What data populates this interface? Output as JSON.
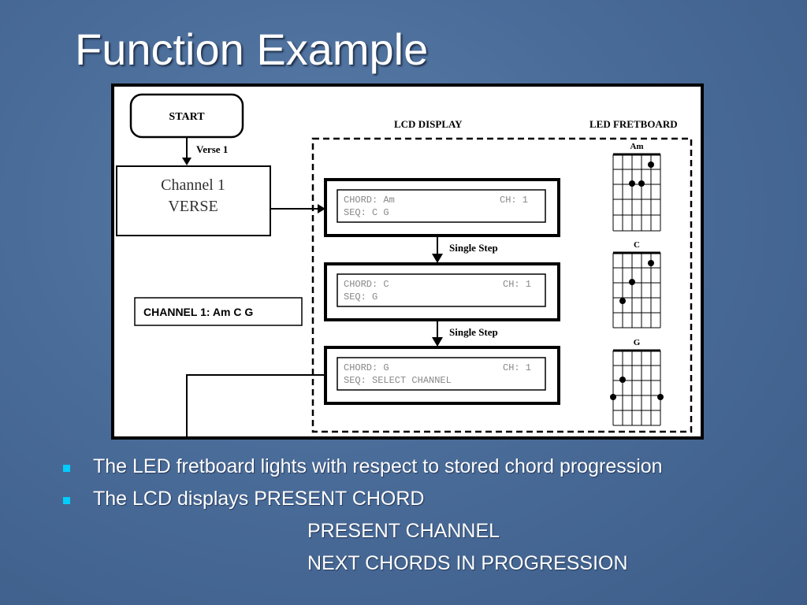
{
  "slide": {
    "title": "Function Example"
  },
  "diagram": {
    "start_label": "START",
    "verse_label": "Verse 1",
    "channel_box": {
      "line1": "Channel 1",
      "line2": "VERSE"
    },
    "channel_list": "CHANNEL 1:  Am  C  G",
    "lcd_display_label": "LCD DISPLAY",
    "led_fretboard_label": "LED FRETBOARD",
    "single_step_label_1": "Single Step",
    "single_step_label_2": "Single Step",
    "lcd_screens": [
      {
        "chord": "CHORD: Am",
        "channel": "CH: 1",
        "seq": "SEQ: C G"
      },
      {
        "chord": "CHORD: C",
        "channel": "CH: 1",
        "seq": "SEQ: G"
      },
      {
        "chord": "CHORD: G",
        "channel": "CH: 1",
        "seq": "SEQ: SELECT CHANNEL"
      }
    ],
    "fretboards": [
      {
        "chord": "Am"
      },
      {
        "chord": "C"
      },
      {
        "chord": "G"
      }
    ]
  },
  "bullets": {
    "item1": "The LED fretboard lights with respect to stored chord progression",
    "item2": "The LCD displays PRESENT CHORD",
    "item2_line2": "PRESENT CHANNEL",
    "item2_line3": "NEXT CHORDS IN PROGRESSION"
  },
  "colors": {
    "bullet": "#00ccff",
    "background": "#4a6c99"
  }
}
